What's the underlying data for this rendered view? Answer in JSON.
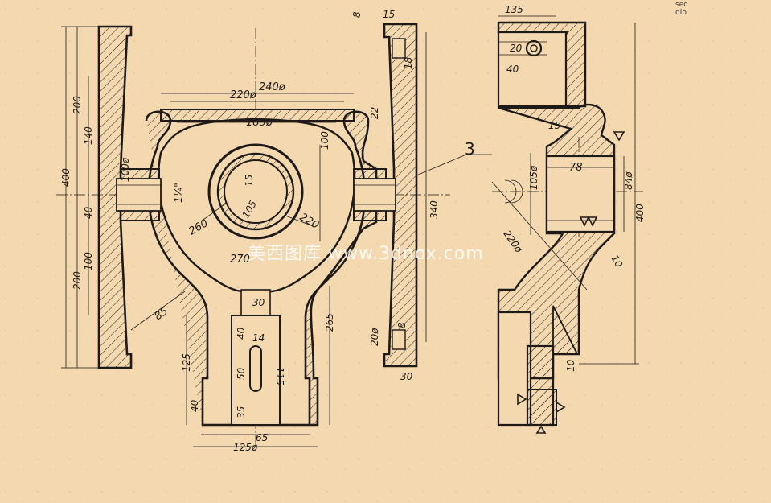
{
  "drawing": {
    "reference_number": "3",
    "watermark": "美西图库 www.3dnox.com",
    "corner_text": [
      "sec",
      "dib"
    ]
  },
  "left_view": {
    "dims_left": [
      "200",
      "140",
      "400",
      "40",
      "100",
      "200"
    ],
    "dims_inner": [
      "100ø",
      "1¼\""
    ],
    "dims_top": [
      "240ø",
      "220ø",
      "185ø"
    ],
    "dims_right": [
      "22",
      "100",
      "8",
      "15",
      "18",
      "340",
      "265"
    ],
    "dims_bore": [
      "15",
      "105",
      "260",
      "220",
      "270"
    ],
    "dims_base": [
      "85",
      "30",
      "40",
      "14",
      "115",
      "50",
      "35",
      "125",
      "40",
      "65",
      "125ø",
      "20ø",
      "8",
      "30"
    ]
  },
  "right_view": {
    "dims": [
      "135",
      "20",
      "40",
      "15",
      "78",
      "105ø",
      "84ø",
      "400",
      "220ø",
      "10",
      "10"
    ]
  }
}
